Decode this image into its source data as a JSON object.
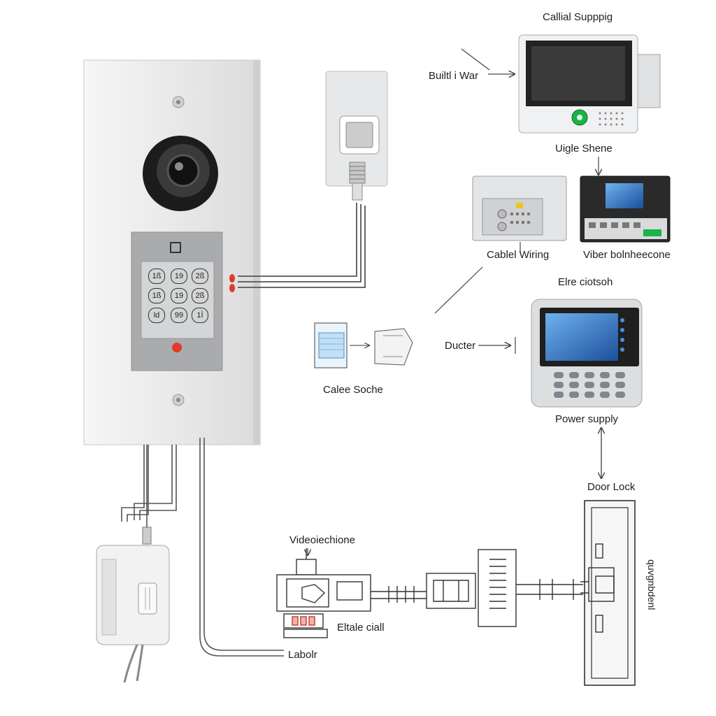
{
  "labels": {
    "callial_supping": "Callial Supppig",
    "builtin_war": "Builtl i War",
    "uigle_shene": "Uigle Shene",
    "cablel_wiring": "Cablel Wiring",
    "viber_bolnheecone": "Viber bolnheecone",
    "elre_ciotsoh": "Elre ciotsoh",
    "ducter": "Ducter",
    "calee_soche": "Calee Soche",
    "power_supply": "Power supply",
    "door_lock": "Door Lock",
    "videoiechione": "Videoiechione",
    "eltale_ciall": "Eltale ciall",
    "labolr": "Labolr",
    "rotated_side": "quvgnbdenl"
  },
  "keypad_main": [
    "1ß",
    "19",
    "2ß",
    "1ß",
    "19",
    "2ß",
    "ld",
    "99",
    "1Ì"
  ],
  "colors": {
    "panel": "#ececec",
    "wire": "#555555",
    "screen": "#2f7bd0",
    "accent_red": "#e23a2c",
    "accent_green": "#1bb34a"
  }
}
